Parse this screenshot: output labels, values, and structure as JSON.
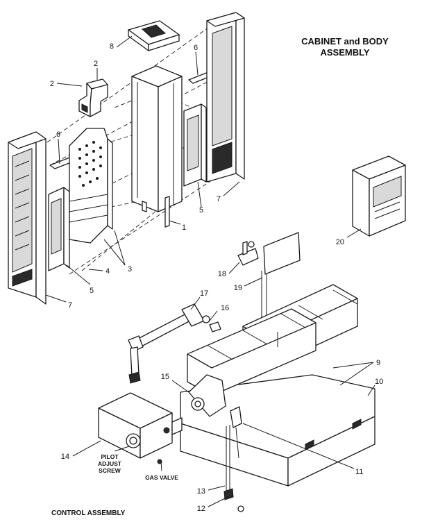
{
  "titles": {
    "cabinet_line1": "CABINET and BODY",
    "cabinet_line2": "ASSEMBLY",
    "control": "CONTROL ASSEMBLY"
  },
  "labels": {
    "pilot_line1": "PILOT",
    "pilot_line2": "ADJUST",
    "pilot_line3": "SCREW",
    "gas_valve": "GAS VALVE"
  },
  "callouts": {
    "c1": "1",
    "c2a": "2",
    "c2b": "2",
    "c3": "3",
    "c4": "4",
    "c5a": "5",
    "c5b": "5",
    "c6a": "6",
    "c6b": "6",
    "c7a": "7",
    "c7b": "7",
    "c8": "8",
    "c9": "9",
    "c10": "10",
    "c11": "11",
    "c12": "12",
    "c13": "13",
    "c14": "14",
    "c15": "15",
    "c16": "16",
    "c17": "17",
    "c18": "18",
    "c19": "19",
    "c20": "20"
  }
}
